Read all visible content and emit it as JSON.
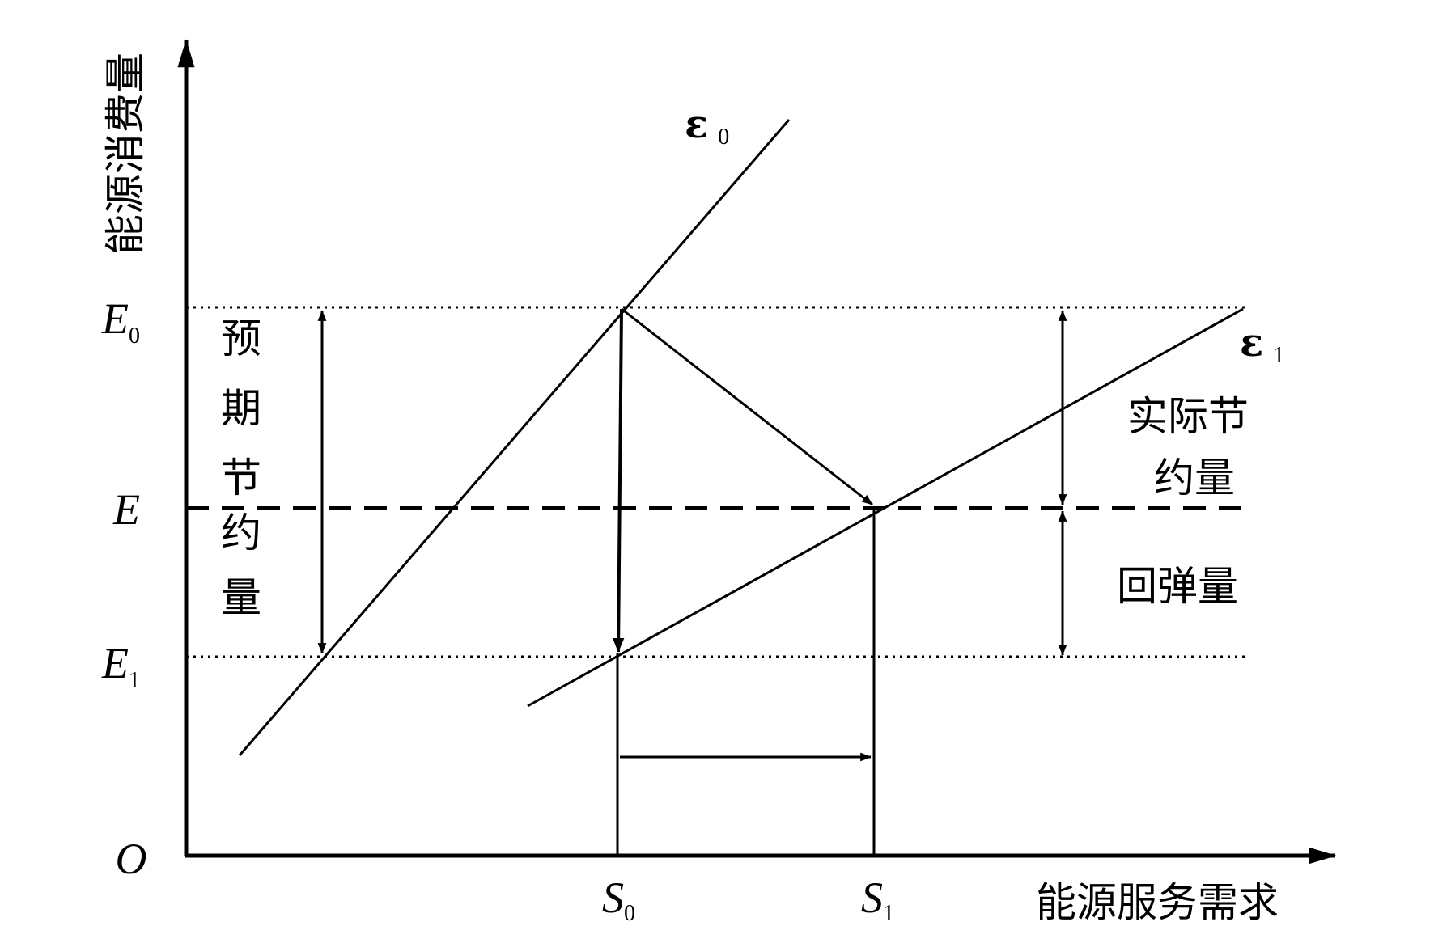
{
  "axes": {
    "y_label": "能源消费量",
    "x_label": "能源服务需求",
    "origin_label": "O"
  },
  "y_ticks": {
    "E0": {
      "main": "E",
      "sub": "0"
    },
    "E": {
      "main": "E",
      "sub": ""
    },
    "E1": {
      "main": "E",
      "sub": "1"
    }
  },
  "x_ticks": {
    "S0": {
      "main": "S",
      "sub": "0"
    },
    "S1": {
      "main": "S",
      "sub": "1"
    }
  },
  "curves": {
    "eps0": {
      "symbol": "ε",
      "sub": "0"
    },
    "eps1": {
      "symbol": "ε",
      "sub": "1"
    }
  },
  "annotations": {
    "expected_saving": [
      "预",
      "期",
      "节",
      "约",
      "量"
    ],
    "actual_saving": [
      "实际节",
      "约量"
    ],
    "rebound": "回弹量"
  }
}
